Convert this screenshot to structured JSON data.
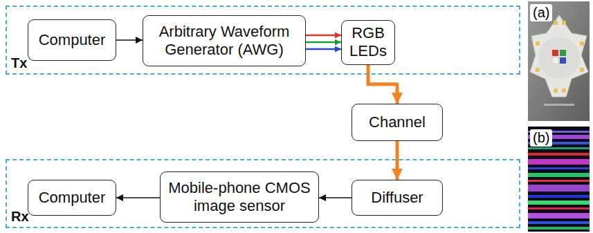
{
  "diagram": {
    "nodes": [
      {
        "text": [
          "Tx"
        ]
      },
      {
        "text": [
          "Computer"
        ],
        "in": 0
      },
      {
        "text": [
          "Arbitrary Waveform Generator (AWG)"
        ],
        "in": 0
      },
      {
        "text": [
          "RGB LEDs"
        ],
        "in": 0
      },
      {
        "text": [
          "Channel"
        ]
      },
      {
        "text": [
          "Rx"
        ]
      },
      {
        "text": [
          "Computer"
        ],
        "in": 5
      },
      {
        "text": [
          "Mobile-phone CMOS image sensor"
        ],
        "in": 5
      },
      {
        "text": [
          "Diffuser"
        ],
        "in": 5
      }
    ],
    "edges": [
      {
        "from": 1,
        "to": 2,
        "arrow": "to"
      },
      {
        "from": 2,
        "to": 3,
        "arrow": "to"
      },
      {
        "from": 2,
        "to": 3,
        "arrow": "to"
      },
      {
        "from": 2,
        "to": 3,
        "arrow": "to"
      },
      {
        "from": 3,
        "to": 4,
        "arrow": "to"
      },
      {
        "from": 4,
        "to": 8,
        "arrow": "to"
      },
      {
        "from": 8,
        "to": 7,
        "arrow": "to"
      },
      {
        "from": 7,
        "to": 6,
        "arrow": "to"
      }
    ],
    "labels": [
      "(a)",
      "(b)"
    ]
  }
}
